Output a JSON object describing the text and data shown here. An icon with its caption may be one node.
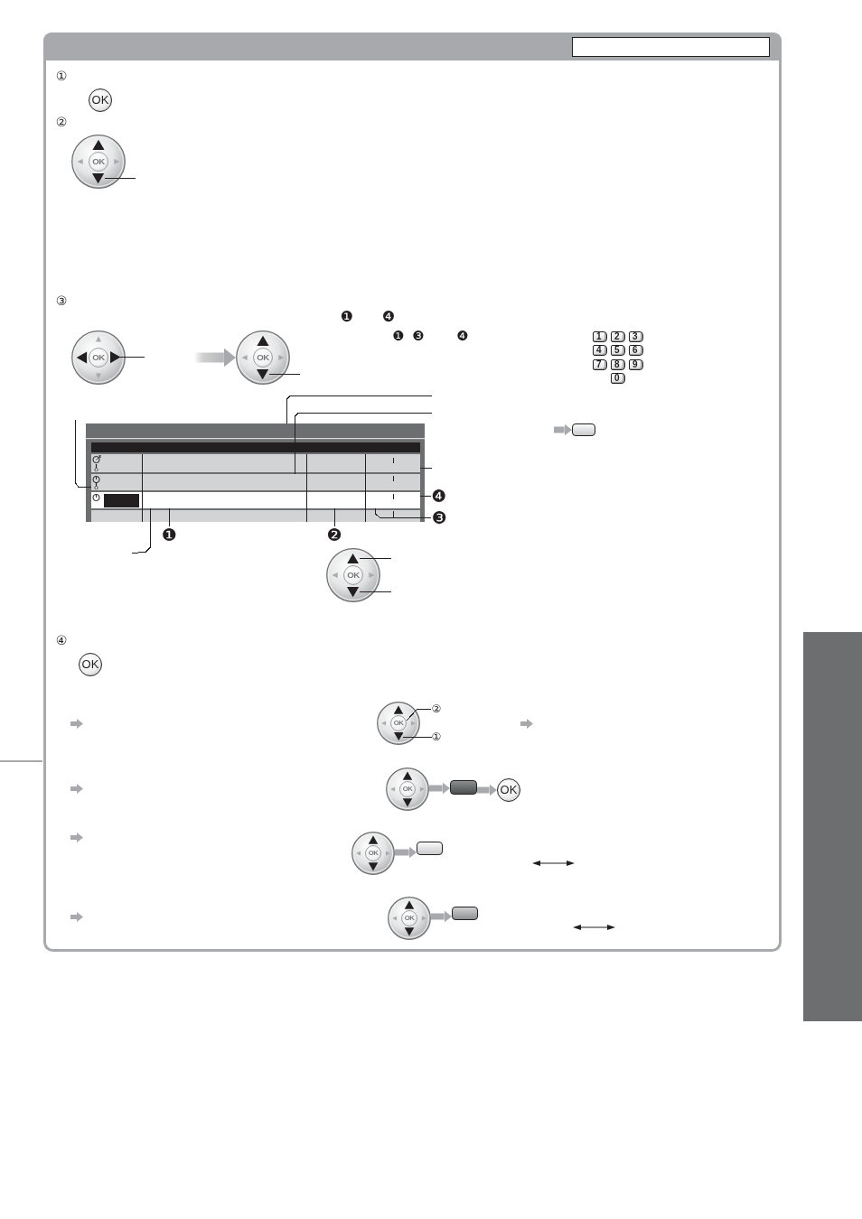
{
  "diagram": {
    "nodes": [
      {
        "text": [
          "OK"
        ]
      },
      {
        "text": [],
        "shape": "circle"
      },
      {
        "text": [
          "OK"
        ],
        "in": 1
      },
      {
        "text": [],
        "shape": "triangle",
        "in": 1
      },
      {
        "text": [],
        "shape": "circle"
      },
      {
        "text": [
          "OK"
        ],
        "in": 4
      },
      {
        "text": [],
        "shape": "triangle",
        "in": 4
      },
      {
        "text": [],
        "shape": "circle"
      },
      {
        "text": [
          "OK"
        ],
        "in": 7
      },
      {
        "text": [],
        "shape": "triangle",
        "in": 7
      },
      {
        "text": [
          "1"
        ]
      },
      {
        "text": [
          "2"
        ]
      },
      {
        "text": [
          "3"
        ]
      },
      {
        "text": [
          "4"
        ]
      },
      {
        "text": [
          "5"
        ]
      },
      {
        "text": [
          "6"
        ]
      },
      {
        "text": [
          "7"
        ]
      },
      {
        "text": [
          "8"
        ]
      },
      {
        "text": [
          "9"
        ]
      },
      {
        "text": [
          "0"
        ]
      },
      {
        "text": [],
        "shape": "box"
      },
      {
        "text": [],
        "shape": "box"
      },
      {
        "text": [],
        "shape": "bar",
        "in": 21
      },
      {
        "text": [],
        "shape": "bar",
        "in": 21
      },
      {
        "text": [],
        "shape": "bar",
        "in": 21
      },
      {
        "text": [
          "❹"
        ]
      },
      {
        "text": [
          "❸"
        ]
      },
      {
        "text": [
          "❶"
        ]
      },
      {
        "text": [
          "❷"
        ]
      },
      {
        "text": [],
        "shape": "circle"
      },
      {
        "text": [
          "OK"
        ],
        "in": 29
      },
      {
        "text": [],
        "shape": "triangle",
        "in": 29
      },
      {
        "text": [],
        "shape": "triangle",
        "in": 29
      },
      {
        "text": [
          "OK"
        ]
      },
      {
        "text": [],
        "shape": "circle"
      },
      {
        "text": [
          "OK"
        ],
        "in": 34
      },
      {
        "text": [],
        "shape": "triangle",
        "in": 34
      },
      {
        "text": [
          "②"
        ]
      },
      {
        "text": [
          "①"
        ]
      },
      {
        "text": [],
        "shape": "circle"
      },
      {
        "text": [
          "OK"
        ],
        "in": 39
      },
      {
        "text": [],
        "shape": "box"
      },
      {
        "text": [
          "OK"
        ]
      },
      {
        "text": [],
        "shape": "circle"
      },
      {
        "text": [
          "OK"
        ],
        "in": 43
      },
      {
        "text": [],
        "shape": "box"
      },
      {
        "text": [],
        "shape": "circle"
      },
      {
        "text": [
          "OK"
        ],
        "in": 46
      },
      {
        "text": [],
        "shape": "box"
      },
      {
        "text": [],
        "shape": "bar"
      }
    ],
    "edges": [
      {
        "from": null,
        "to": 3,
        "arrow": "none"
      },
      {
        "from": 4,
        "to": 7,
        "arrow": "to",
        "style": "thick",
        "color": "#a7a9ac"
      },
      {
        "from": null,
        "to": 6,
        "arrow": "none"
      },
      {
        "from": null,
        "to": 9,
        "arrow": "none"
      },
      {
        "from": null,
        "to": 20,
        "arrow": "to",
        "style": "thick",
        "color": "#a7a9ac"
      },
      {
        "from": null,
        "to": 21,
        "arrow": "none"
      },
      {
        "from": null,
        "to": 23,
        "arrow": "none"
      },
      {
        "from": null,
        "to": 22,
        "arrow": "none"
      },
      {
        "from": null,
        "to": 23,
        "arrow": "none"
      },
      {
        "from": null,
        "to": 24,
        "arrow": "none"
      },
      {
        "from": 25,
        "to": 24,
        "arrow": "none"
      },
      {
        "from": 26,
        "to": 24,
        "arrow": "none"
      },
      {
        "from": 27,
        "to": 24,
        "arrow": "none"
      },
      {
        "from": 28,
        "to": 24,
        "arrow": "none"
      },
      {
        "from": null,
        "to": 31,
        "arrow": "none"
      },
      {
        "from": null,
        "to": 32,
        "arrow": "none"
      },
      {
        "from": 37,
        "to": 35,
        "arrow": "none"
      },
      {
        "from": 38,
        "to": 36,
        "arrow": "none"
      },
      {
        "from": 39,
        "to": 41,
        "arrow": "to",
        "style": "thick",
        "color": "#a7a9ac"
      },
      {
        "from": 41,
        "to": 42,
        "arrow": "to",
        "style": "thick",
        "color": "#a7a9ac"
      },
      {
        "from": 43,
        "to": 45,
        "arrow": "to",
        "style": "thick",
        "color": "#a7a9ac"
      },
      {
        "from": 46,
        "to": 48,
        "arrow": "to",
        "style": "thick",
        "color": "#a7a9ac"
      }
    ],
    "labels": [
      "①",
      "②",
      "③",
      "❶",
      "❹",
      "❶",
      "❸",
      "❹",
      "④"
    ]
  }
}
